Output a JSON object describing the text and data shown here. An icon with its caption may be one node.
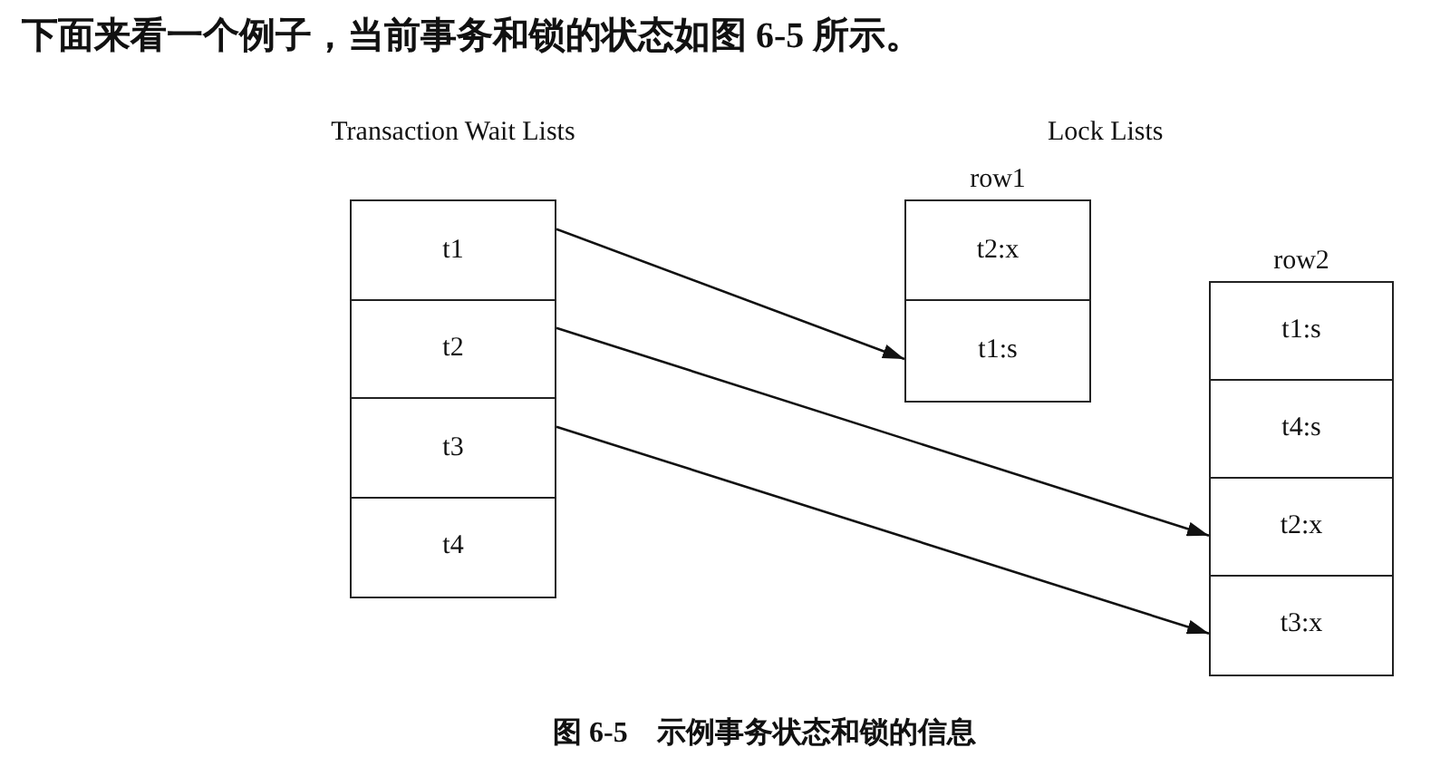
{
  "diagram": {
    "title": "下面来看一个例子，当前事务和锁的状态如图 6-5 所示。",
    "caption": "图 6-5　示例事务状态和锁的信息",
    "nodes": [
      {
        "text": [
          "Transaction Wait Lists"
        ]
      },
      {
        "text": [
          "t1"
        ],
        "in": 0
      },
      {
        "text": [
          "t2"
        ],
        "in": 0
      },
      {
        "text": [
          "t3"
        ],
        "in": 0
      },
      {
        "text": [
          "t4"
        ],
        "in": 0
      },
      {
        "text": [
          "row1"
        ]
      },
      {
        "text": [
          "t2:x"
        ],
        "in": 5
      },
      {
        "text": [
          "t1:s"
        ],
        "in": 5
      },
      {
        "text": [
          "row2"
        ]
      },
      {
        "text": [
          "t1:s"
        ],
        "in": 8
      },
      {
        "text": [
          "t4:s"
        ],
        "in": 8
      },
      {
        "text": [
          "t2:x"
        ],
        "in": 8
      },
      {
        "text": [
          "t3:x"
        ],
        "in": 8
      }
    ],
    "edges": [
      {
        "from": 1,
        "to": 7,
        "arrow": "to"
      },
      {
        "from": 2,
        "to": 11,
        "arrow": "to"
      },
      {
        "from": 3,
        "to": 12,
        "arrow": "to"
      }
    ],
    "labels": [
      "Lock Lists"
    ]
  }
}
